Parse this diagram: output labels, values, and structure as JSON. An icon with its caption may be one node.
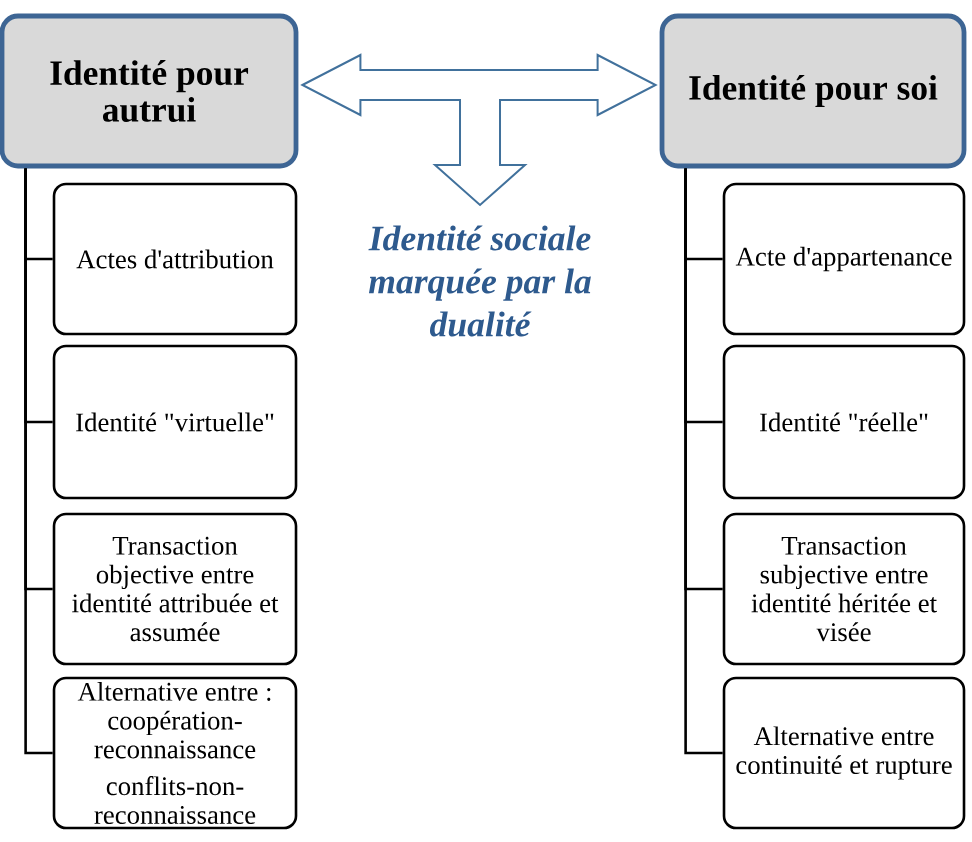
{
  "diagram": {
    "nodes": [
      {
        "text": [
          "Identité pour autrui"
        ]
      },
      {
        "text": [
          "Identité pour soi"
        ]
      },
      {
        "text": [
          "Identité sociale marquée par la dualité"
        ]
      },
      {
        "text": [
          "Actes d'attribution"
        ]
      },
      {
        "text": [
          "Identité \"virtuelle\""
        ]
      },
      {
        "text": [
          "Transaction objective entre identité attribuée et assumée"
        ]
      },
      {
        "text": [
          "Alternative entre : coopération-reconnaissance",
          "conflits-non-reconnaissance"
        ]
      },
      {
        "text": [
          "Acte d'appartenance"
        ]
      },
      {
        "text": [
          "Identité \"réelle\""
        ]
      },
      {
        "text": [
          "Transaction subjective entre identité héritée et visée"
        ]
      },
      {
        "text": [
          "Alternative entre continuité et rupture"
        ]
      }
    ],
    "edges": [
      {
        "from": 0,
        "to": 1,
        "arrow": "both",
        "color": "#41719c"
      },
      {
        "from": 0,
        "to": 2,
        "arrow": "both",
        "color": "#41719c"
      },
      {
        "from": 1,
        "to": 2,
        "arrow": "both",
        "color": "#41719c"
      },
      {
        "from": 0,
        "to": 3,
        "arrow": "none"
      },
      {
        "from": 0,
        "to": 4,
        "arrow": "none"
      },
      {
        "from": 0,
        "to": 5,
        "arrow": "none"
      },
      {
        "from": 0,
        "to": 6,
        "arrow": "none"
      },
      {
        "from": 1,
        "to": 7,
        "arrow": "none"
      },
      {
        "from": 1,
        "to": 8,
        "arrow": "none"
      },
      {
        "from": 1,
        "to": 9,
        "arrow": "none"
      },
      {
        "from": 1,
        "to": 10,
        "arrow": "none"
      }
    ]
  }
}
